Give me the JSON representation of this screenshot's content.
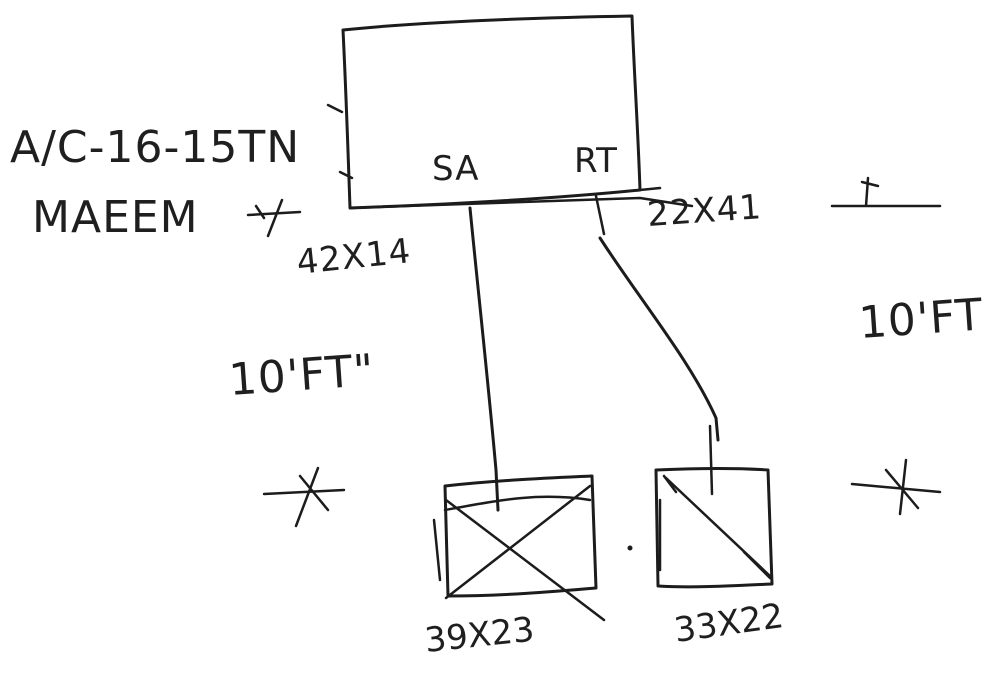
{
  "unit_label": "A/C-16-15TN",
  "brand": "MAEEM",
  "supply_label": "SA",
  "return_label": "RT",
  "unit_dim_left": "42X14",
  "unit_dim_right": "22X41",
  "distance_left": "10'FT\"",
  "distance_right": "10'FT\"",
  "supply_register_dim": "39X23",
  "return_register_dim": "33X22"
}
